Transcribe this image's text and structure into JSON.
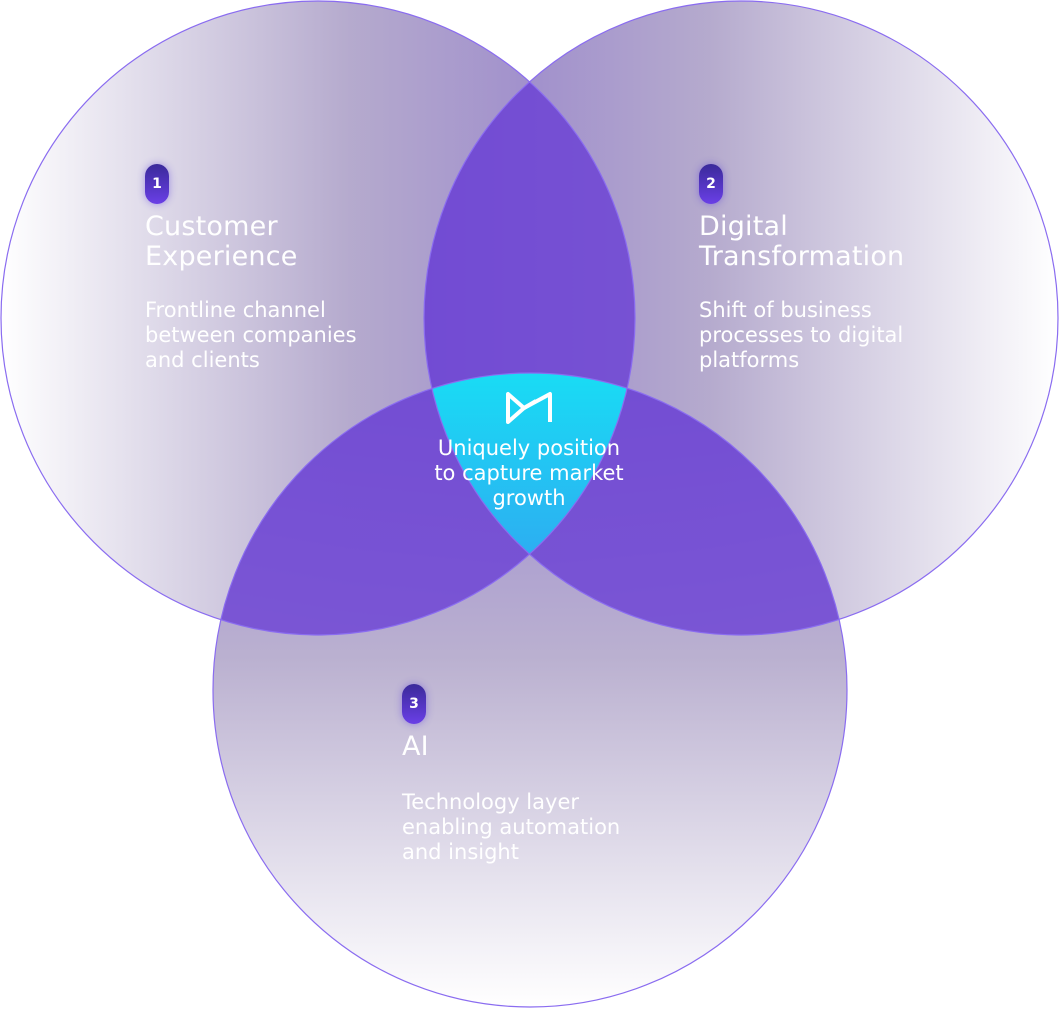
{
  "circles": [
    {
      "number": "1",
      "title": "Customer\nExperience",
      "description": "Frontline channel\nbetween companies\nand clients"
    },
    {
      "number": "2",
      "title": "Digital\nTransformation",
      "description": "Shift of business\nprocesses to digital\nplatforms"
    },
    {
      "number": "3",
      "title": "AI",
      "description": "Technology layer\nenabling automation\nand insight"
    }
  ],
  "center": {
    "logo_icon": "m-logo-icon",
    "text": "Uniquely position\nto capture market\ngrowth"
  },
  "colors": {
    "circle_outline": "#8a6cf0",
    "overlap_purple": "#6a3fd6",
    "center_cyan": "#19d6f2",
    "center_violet": "#7a3ff2",
    "text": "#ffffff"
  }
}
